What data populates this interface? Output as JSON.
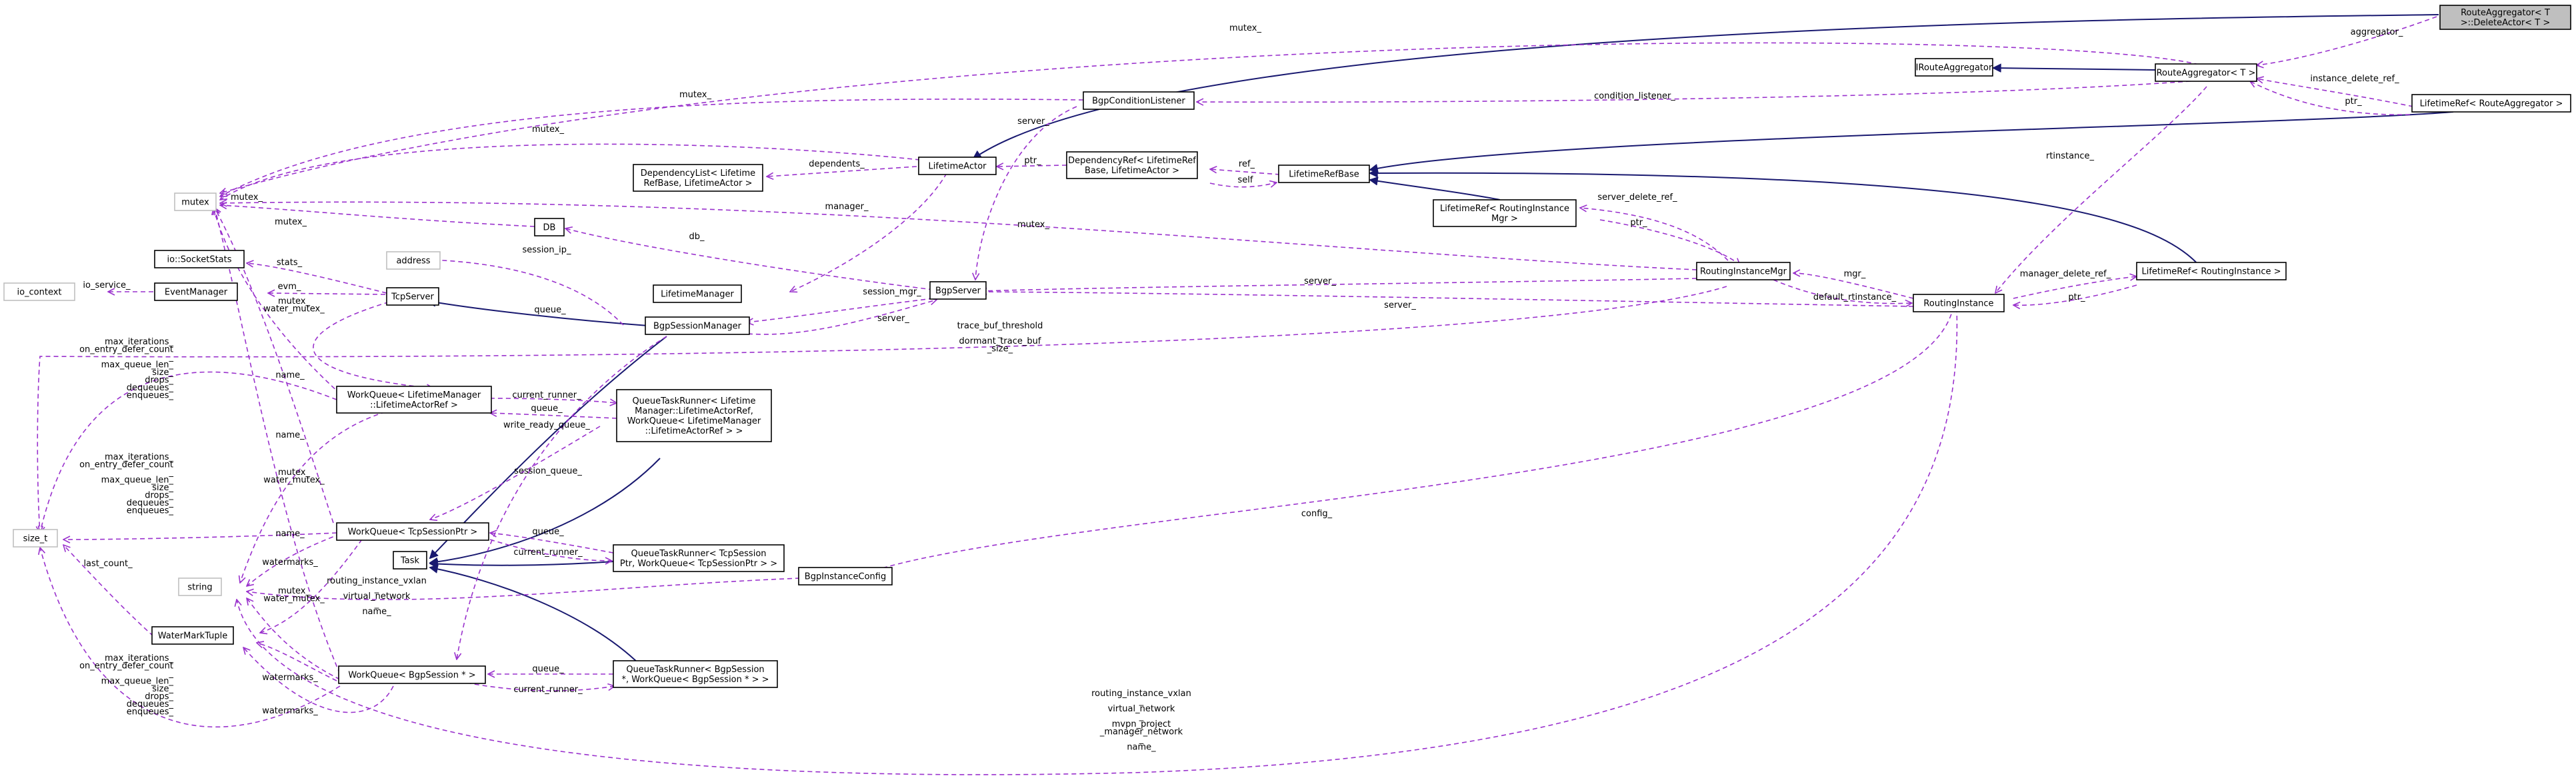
{
  "nodes": {
    "root": {
      "lines": [
        "RouteAggregator< T",
        ">::DeleteActor< T >"
      ]
    },
    "iroute": {
      "lines": [
        "IRouteAggregator"
      ]
    },
    "routeagg": {
      "lines": [
        "RouteAggregator< T >"
      ]
    },
    "bgpcond": {
      "lines": [
        "BgpConditionListener"
      ]
    },
    "ltref_ra": {
      "lines": [
        "LifetimeRef< RouteAggregator >"
      ]
    },
    "mutex": {
      "lines": [
        "mutex"
      ]
    },
    "deplist": {
      "lines": [
        "DependencyList< Lifetime",
        "RefBase, LifetimeActor >"
      ]
    },
    "lactor": {
      "lines": [
        "LifetimeActor"
      ]
    },
    "depref": {
      "lines": [
        "DependencyRef< LifetimeRef",
        "Base, LifetimeActor >"
      ]
    },
    "lrefbase": {
      "lines": [
        "LifetimeRefBase"
      ]
    },
    "ltref_rim": {
      "lines": [
        "LifetimeRef< RoutingInstance",
        "Mgr >"
      ]
    },
    "db": {
      "lines": [
        "DB"
      ]
    },
    "sockstats": {
      "lines": [
        "io::SocketStats"
      ]
    },
    "address": {
      "lines": [
        "address"
      ]
    },
    "iocontext": {
      "lines": [
        "io_context"
      ]
    },
    "eventmgr": {
      "lines": [
        "EventManager"
      ]
    },
    "tcpserver": {
      "lines": [
        "TcpServer"
      ]
    },
    "lmgr": {
      "lines": [
        "LifetimeManager"
      ]
    },
    "bgpserver": {
      "lines": [
        "BgpServer"
      ]
    },
    "rimgr": {
      "lines": [
        "RoutingInstanceMgr"
      ]
    },
    "ltref_ri": {
      "lines": [
        "LifetimeRef< RoutingInstance >"
      ]
    },
    "bsmgr": {
      "lines": [
        "BgpSessionManager"
      ]
    },
    "rinst": {
      "lines": [
        "RoutingInstance"
      ]
    },
    "wq_lm": {
      "lines": [
        "WorkQueue< LifetimeManager",
        "::LifetimeActorRef >"
      ]
    },
    "qtr_lm": {
      "lines": [
        "QueueTaskRunner< Lifetime",
        "Manager::LifetimeActorRef,",
        " WorkQueue< LifetimeManager",
        "::LifetimeActorRef > >"
      ]
    },
    "sizet": {
      "lines": [
        "size_t"
      ]
    },
    "wq_tcp": {
      "lines": [
        "WorkQueue< TcpSessionPtr >"
      ]
    },
    "qtr_tcp": {
      "lines": [
        "QueueTaskRunner< TcpSession",
        "Ptr, WorkQueue< TcpSessionPtr > >"
      ]
    },
    "task": {
      "lines": [
        "Task"
      ]
    },
    "string": {
      "lines": [
        "string"
      ]
    },
    "bgpinstcfg": {
      "lines": [
        "BgpInstanceConfig"
      ]
    },
    "wmtuple": {
      "lines": [
        "WaterMarkTuple"
      ]
    },
    "wq_bs": {
      "lines": [
        "WorkQueue< BgpSession * >"
      ]
    },
    "qtr_bs": {
      "lines": [
        "QueueTaskRunner< BgpSession",
        " *, WorkQueue< BgpSession * > >"
      ]
    }
  },
  "edge_labels": {
    "aggregator": [
      "aggregator_"
    ],
    "mutex_top": [
      "mutex_"
    ],
    "instance_delete_ref": [
      "instance_delete_ref_"
    ],
    "ptr_ra": [
      "ptr_"
    ],
    "condition_listener": [
      "condition_listener_"
    ],
    "mutex_bgpcond": [
      "mutex_"
    ],
    "server_bgpcond": [
      "server_"
    ],
    "rtinstance": [
      "rtinstance_"
    ],
    "mutex_lactor": [
      "mutex_"
    ],
    "dependents": [
      "dependents_"
    ],
    "ptr_depref": [
      "ptr_"
    ],
    "ref": [
      "ref_"
    ],
    "self": [
      "self"
    ],
    "manager": [
      "manager_"
    ],
    "mutex_dot": [
      "mutex_"
    ],
    "mutex_rimgr": [
      "mutex_"
    ],
    "server_delete_ref": [
      "server_delete_ref_"
    ],
    "mutex_db": [
      "mutex_"
    ],
    "db": [
      "db_"
    ],
    "ptr_rim": [
      "ptr_"
    ],
    "stats": [
      "stats_"
    ],
    "session_ip": [
      "session_ip_"
    ],
    "io_service": [
      "io_service_"
    ],
    "evm": [
      "evm_"
    ],
    "mutex_watermutex_1": [
      "mutex_",
      "water_mutex_"
    ],
    "server_rimgr": [
      "server_"
    ],
    "mgr": [
      "mgr_"
    ],
    "manager_delete_ref": [
      "manager_delete_ref_"
    ],
    "session_mgr": [
      "session_mgr_"
    ],
    "server_rinst": [
      "server_"
    ],
    "default_rtinstance": [
      "default_rtinstance_"
    ],
    "ptr_ri": [
      "ptr_"
    ],
    "queue_tcp": [
      "queue_"
    ],
    "server_bsmgr": [
      "server_"
    ],
    "trace_buf": [
      "trace_buf_threshold",
      "_",
      "dormant_trace_buf",
      "_size_"
    ],
    "wq_lm_sizes": [
      "max_iterations_",
      "on_entry_defer_count",
      "_",
      "max_queue_len_",
      "size_",
      "drops_",
      "dequeues_",
      "enqueues_"
    ],
    "name_1": [
      "name_"
    ],
    "current_runner_lm": [
      "current_runner_"
    ],
    "queue_lm": [
      "queue_"
    ],
    "write_ready_queue": [
      "write_ready_queue_"
    ],
    "name_2": [
      "name_"
    ],
    "wq_tcp_sizes": [
      "max_iterations_",
      "on_entry_defer_count",
      "_",
      "max_queue_len_",
      "size_",
      "drops_",
      "dequeues_",
      "enqueues_"
    ],
    "mutex_watermutex_2": [
      "mutex_",
      "water_mutex_"
    ],
    "session_queue": [
      "session_queue_"
    ],
    "name_3": [
      "name_"
    ],
    "queue_tcpq": [
      "queue_"
    ],
    "current_runner_tcp": [
      "current_runner_"
    ],
    "config": [
      "config_"
    ],
    "last_count": [
      "last_count_"
    ],
    "watermarks_1": [
      "watermarks_"
    ],
    "routing_vxlan_1": [
      "routing_instance_vxlan",
      "_",
      "virtual_network",
      "_",
      "name_"
    ],
    "mutex_watermutex_3": [
      "mutex_",
      "water_mutex_"
    ],
    "wq_bs_sizes": [
      "max_iterations_",
      "on_entry_defer_count",
      "_",
      "max_queue_len_",
      "size_",
      "drops_",
      "dequeues_",
      "enqueues_"
    ],
    "watermarks_2": [
      "watermarks_"
    ],
    "queue_bs": [
      "queue_"
    ],
    "current_runner_bs": [
      "current_runner_"
    ],
    "watermarks_3": [
      "watermarks_"
    ],
    "rinst_strings": [
      "routing_instance_vxlan",
      "_",
      "virtual_network",
      "_",
      "mvpn_project",
      "_manager_network",
      "_",
      "name_"
    ]
  }
}
